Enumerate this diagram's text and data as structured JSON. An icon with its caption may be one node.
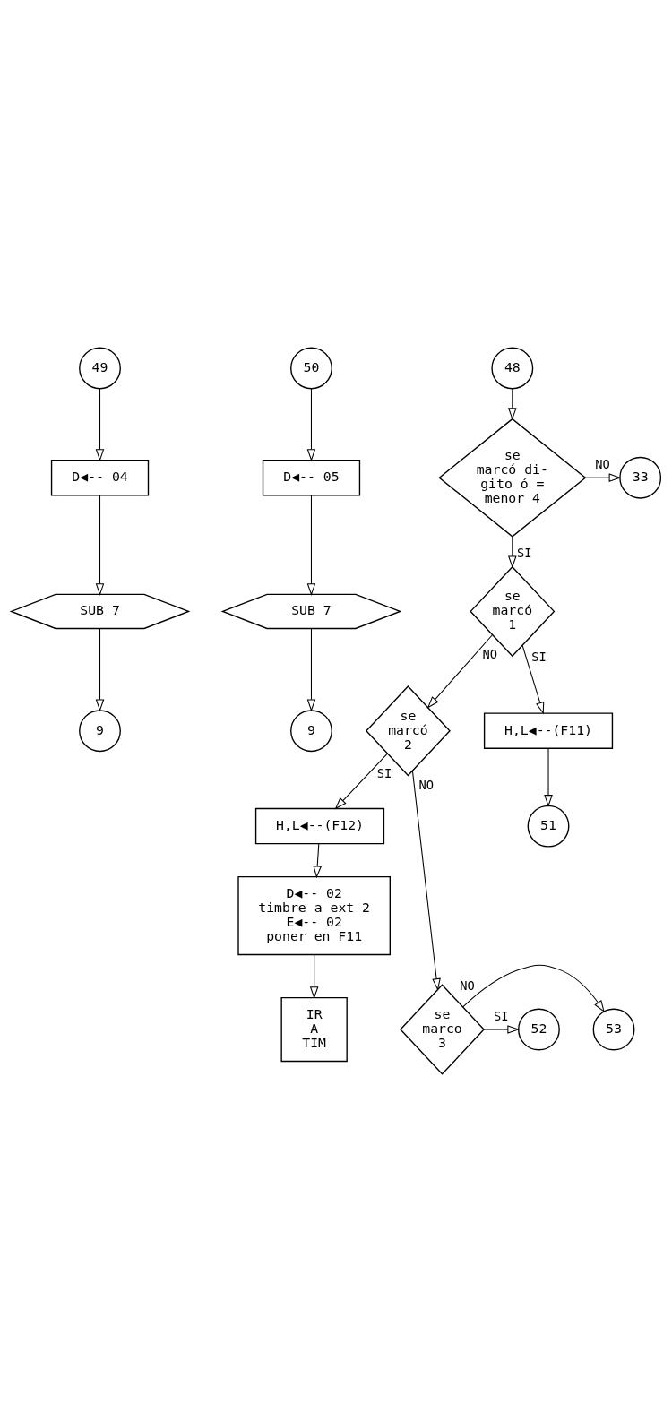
{
  "diagram": {
    "nodes": [
      {
        "text": [
          "49"
        ]
      },
      {
        "text": [
          "D◀-- 04"
        ]
      },
      {
        "text": [
          "SUB 7"
        ]
      },
      {
        "text": [
          "9"
        ]
      },
      {
        "text": [
          "50"
        ]
      },
      {
        "text": [
          "D◀-- 05"
        ]
      },
      {
        "text": [
          "SUB 7"
        ]
      },
      {
        "text": [
          "9"
        ]
      },
      {
        "text": [
          "48"
        ]
      },
      {
        "text": [
          "se marcó di- gito ó = menor 4"
        ]
      },
      {
        "text": [
          "33"
        ]
      },
      {
        "text": [
          "se marcó 1"
        ]
      },
      {
        "text": [
          "se marcó 2"
        ]
      },
      {
        "text": [
          "H,L◀--(F12)"
        ]
      },
      {
        "text": [
          "D◀-- 02",
          "timbre a ext 2",
          "E◀-- 02",
          "poner en F11"
        ]
      },
      {
        "text": [
          "IR A TIM"
        ]
      },
      {
        "text": [
          "H,L◀--(F11)"
        ]
      },
      {
        "text": [
          "se marco 3"
        ]
      },
      {
        "text": [
          "53"
        ]
      },
      {
        "text": [
          "52"
        ]
      },
      {
        "text": [
          "51"
        ]
      }
    ],
    "edges": [
      {
        "from": 0,
        "to": 1,
        "arrow": "to"
      },
      {
        "from": 1,
        "to": 2,
        "arrow": "to"
      },
      {
        "from": 2,
        "to": 3,
        "arrow": "to"
      },
      {
        "from": 4,
        "to": 5,
        "arrow": "to"
      },
      {
        "from": 5,
        "to": 6,
        "arrow": "to"
      },
      {
        "from": 6,
        "to": 7,
        "arrow": "to"
      },
      {
        "from": 8,
        "to": 9,
        "arrow": "to"
      },
      {
        "from": 9,
        "to": 10,
        "arrow": "to",
        "label": "NO"
      },
      {
        "from": 9,
        "to": 11,
        "arrow": "to",
        "label": "SI"
      },
      {
        "from": 11,
        "to": 16,
        "arrow": "to",
        "label": "SI"
      },
      {
        "from": 11,
        "to": 12,
        "arrow": "to",
        "label": "NO"
      },
      {
        "from": 12,
        "to": 13,
        "arrow": "to",
        "label": "SI"
      },
      {
        "from": 12,
        "to": 17,
        "arrow": "to",
        "label": "NO"
      },
      {
        "from": 13,
        "to": 14,
        "arrow": "to"
      },
      {
        "from": 14,
        "to": 15,
        "arrow": "to"
      },
      {
        "from": 16,
        "to": 20,
        "arrow": "to"
      },
      {
        "from": 17,
        "to": 18,
        "arrow": "to",
        "label": "NO"
      },
      {
        "from": 17,
        "to": 19,
        "arrow": "to",
        "label": "SI"
      }
    ]
  }
}
